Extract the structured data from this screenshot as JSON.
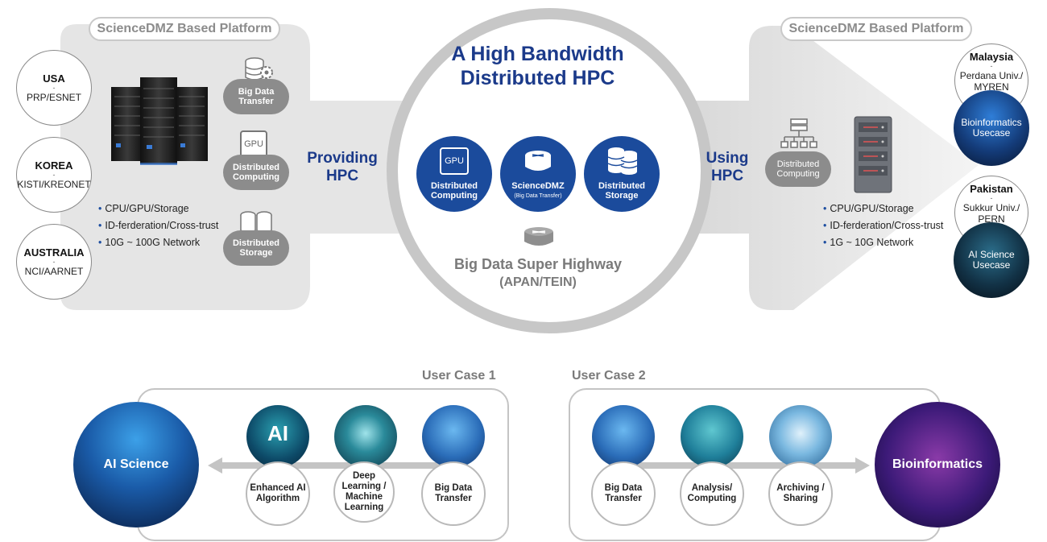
{
  "left_platform": {
    "title": "ScienceDMZ Based Platform",
    "countries": [
      {
        "name": "USA",
        "sep": "-",
        "org": "PRP/ESNET"
      },
      {
        "name": "KOREA",
        "sep": "-",
        "org": "KISTI/KREONET"
      },
      {
        "name": "AUSTRALIA",
        "sep": "-",
        "org": "NCI/AARNET"
      }
    ],
    "gpu_chip": "GPU",
    "services": [
      "Big Data Transfer",
      "Distributed Computing",
      "Distributed Storage"
    ],
    "specs": [
      "CPU/GPU/Storage",
      "ID-ferderation/Cross-trust",
      "10G ~ 100G Network"
    ],
    "action": "Providing HPC"
  },
  "center": {
    "title": "A High Bandwidth Distributed HPC",
    "gpu_chip": "GPU",
    "nodes": [
      {
        "label": "Distributed Computing",
        "sub": ""
      },
      {
        "label": "ScienceDMZ",
        "sub": "(Big Data Transfer)"
      },
      {
        "label": "Distributed Storage",
        "sub": ""
      }
    ],
    "highway": "Big Data Super Highway",
    "highway_sub": "(APAN/TEIN)"
  },
  "right_platform": {
    "title": "ScienceDMZ Based Platform",
    "action": "Using HPC",
    "service": "Distributed Computing",
    "specs": [
      "CPU/GPU/Storage",
      "ID-ferderation/Cross-trust",
      "1G ~ 10G Network"
    ],
    "countries": [
      {
        "name": "Malaysia",
        "sep": "-",
        "org": "Perdana Univ./ MYREN",
        "usecase": "Bioinformatics Usecase"
      },
      {
        "name": "Pakistan",
        "sep": "-",
        "org": "Sukkur Univ./ PERN",
        "usecase": "AI Science Usecase"
      }
    ]
  },
  "use_case_1": {
    "title": "User Case 1",
    "target": "AI Science",
    "steps": [
      "Enhanced AI Algorithm",
      "Deep Learning / Machine Learning",
      "Big Data Transfer"
    ],
    "image_text": "AI"
  },
  "use_case_2": {
    "title": "User Case 2",
    "target": "Bioinformatics",
    "steps": [
      "Big Data Transfer",
      "Analysis/ Computing",
      "Archiving / Sharing"
    ]
  },
  "colors": {
    "navy": "#1b3a8a",
    "blue": "#1b4b9c",
    "grey_band": "#e3e3e3",
    "ring": "#c7c7c7",
    "pill_grey": "#8c8c8c"
  }
}
